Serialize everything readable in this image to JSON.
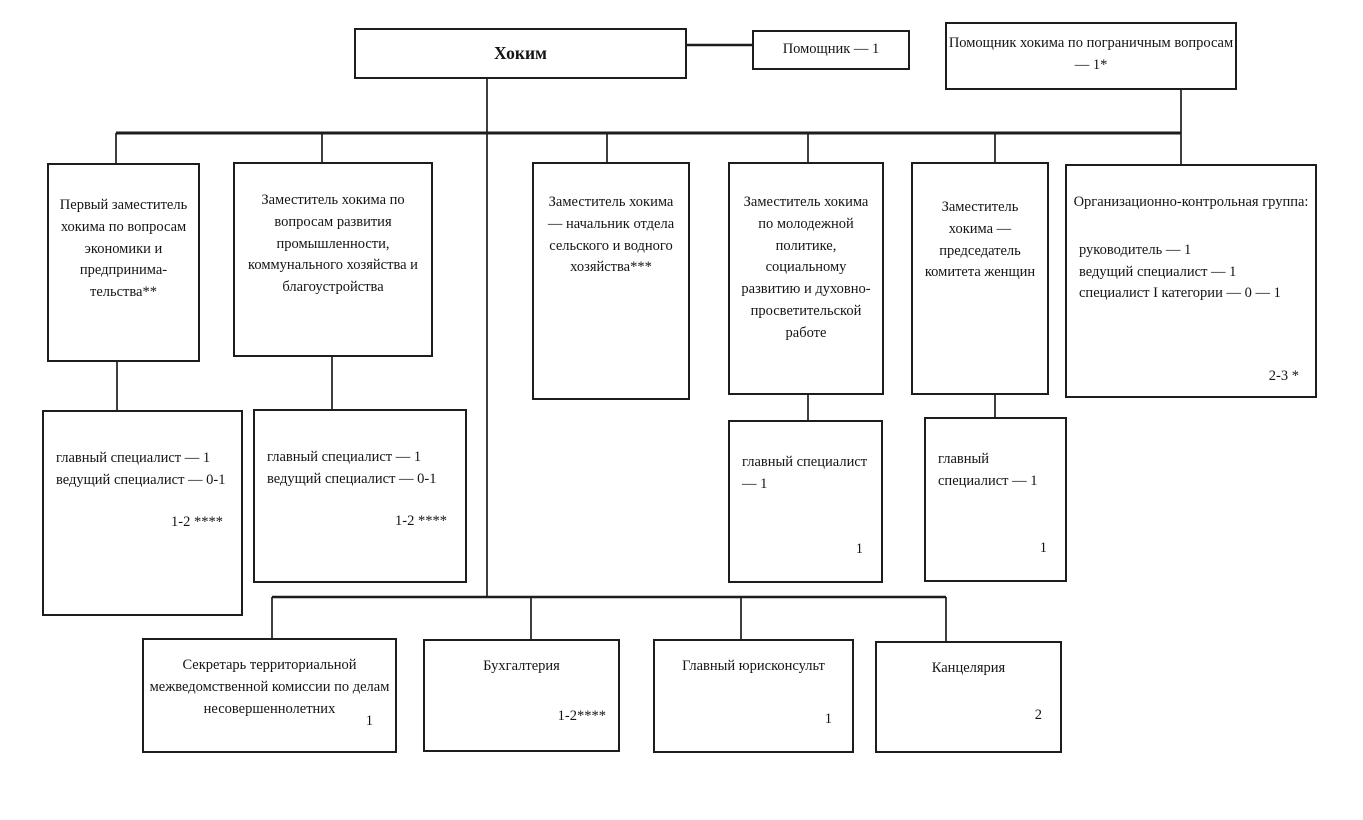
{
  "org": {
    "hokim": {
      "label": "Хоким"
    },
    "assistant": {
      "label": "Помощник — 1"
    },
    "border_assistant": {
      "label": "Помощник хокима по пограничным вопросам — 1*"
    },
    "deputies": [
      {
        "label": "Первый заместитель хокима по вопросам экономики и предпринима-тельства**"
      },
      {
        "label": "Заместитель хокима по вопросам развития промышленности, коммунального хозяйства и благоустройства"
      },
      {
        "label": "Заместитель хокима — начальник отдела сельского и водного хозяйства***"
      },
      {
        "label": "Заместитель хокима по молодежной политике, социальному развитию и духовно-просветительской работе"
      },
      {
        "label": "Заместитель хокима — председатель комитета женщин"
      }
    ],
    "org_control_group": {
      "title": "Организационно-контрольная группа:",
      "staff": [
        "руководитель — 1",
        "ведущий специалист — 1",
        "специалист I категории — 0 — 1"
      ],
      "total": "2-3 *"
    },
    "staff_boxes": [
      {
        "lines": [
          "главный специалист — 1",
          "ведущий специалист — 0-1"
        ],
        "total": "1-2 ****"
      },
      {
        "lines": [
          "главный специалист — 1",
          "ведущий специалист — 0-1"
        ],
        "total": "1-2 ****"
      },
      {
        "lines": [
          "главный специалист — 1"
        ],
        "total": "1"
      },
      {
        "lines": [
          "главный специалист — 1"
        ],
        "total": "1"
      }
    ],
    "bottom_units": [
      {
        "label": "Секретарь территориальной межведомственной комиссии по делам несовершеннолетних",
        "total": "1"
      },
      {
        "label": "Бухгалтерия",
        "total": "1-2****"
      },
      {
        "label": "Главный юрисконсульт",
        "total": "1"
      },
      {
        "label": "Канцелярия",
        "total": "2"
      }
    ],
    "colors": {
      "line": "#1d1d1d",
      "background": "#ffffff"
    }
  }
}
